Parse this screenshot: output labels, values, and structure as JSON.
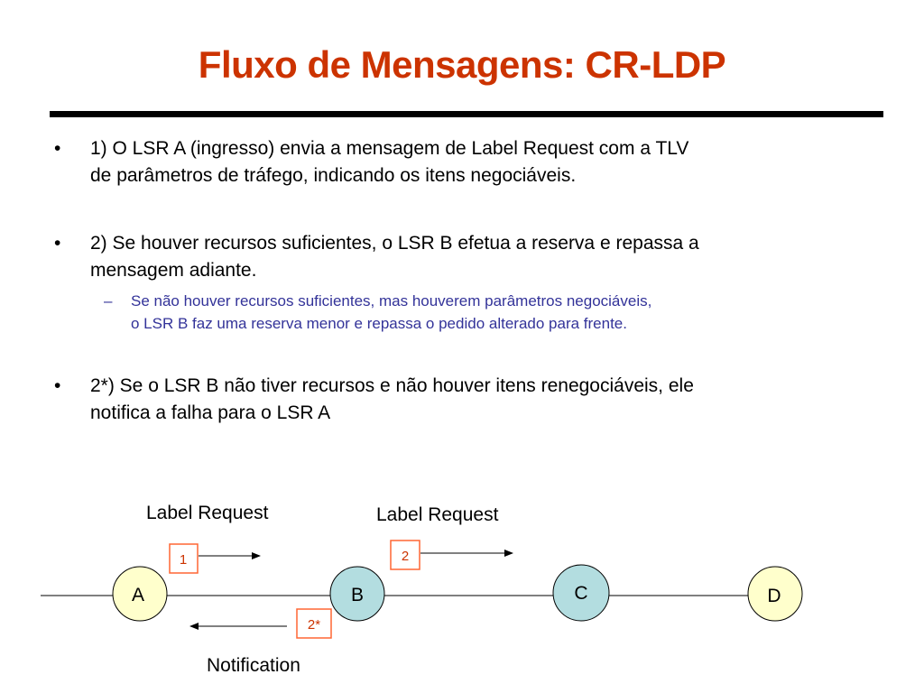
{
  "slide": {
    "title": "Fluxo de Mensagens: CR-LDP",
    "bullet_symbol": "•",
    "dash_symbol": "–",
    "bullets": [
      {
        "lines": [
          "1) O LSR A (ingresso) envia a mensagem de Label Request com a TLV",
          "de parâmetros de tráfego, indicando os itens negociáveis."
        ]
      },
      {
        "lines": [
          "2) Se houver recursos suficientes, o LSR B  efetua a reserva e repassa a",
          "mensagem adiante."
        ]
      },
      {
        "lines": [
          "2*) Se o LSR B não tiver recursos e não houver itens renegociáveis, ele",
          "notifica a falha para o LSR A"
        ]
      }
    ],
    "subbullet": {
      "lines": [
        "Se não houver recursos suficientes, mas houverem parâmetros negociáveis,",
        "o LSR B faz uma reserva menor e repassa o pedido alterado para frente."
      ]
    }
  },
  "diagram": {
    "nodes": [
      {
        "label": "A",
        "fill": "#ffffcc"
      },
      {
        "label": "B",
        "fill": "#b3dde0"
      },
      {
        "label": "C",
        "fill": "#b3dde0"
      },
      {
        "label": "D",
        "fill": "#ffffcc"
      }
    ],
    "steps": [
      "1",
      "2",
      "2*"
    ],
    "labels": {
      "request_1": "Label Request",
      "request_2": "Label Request",
      "notification": "Notification"
    },
    "colors": {
      "step_border": "#ff6633",
      "step_text": "#cc3300",
      "title": "#cc3300",
      "subbullet": "#333399"
    }
  }
}
